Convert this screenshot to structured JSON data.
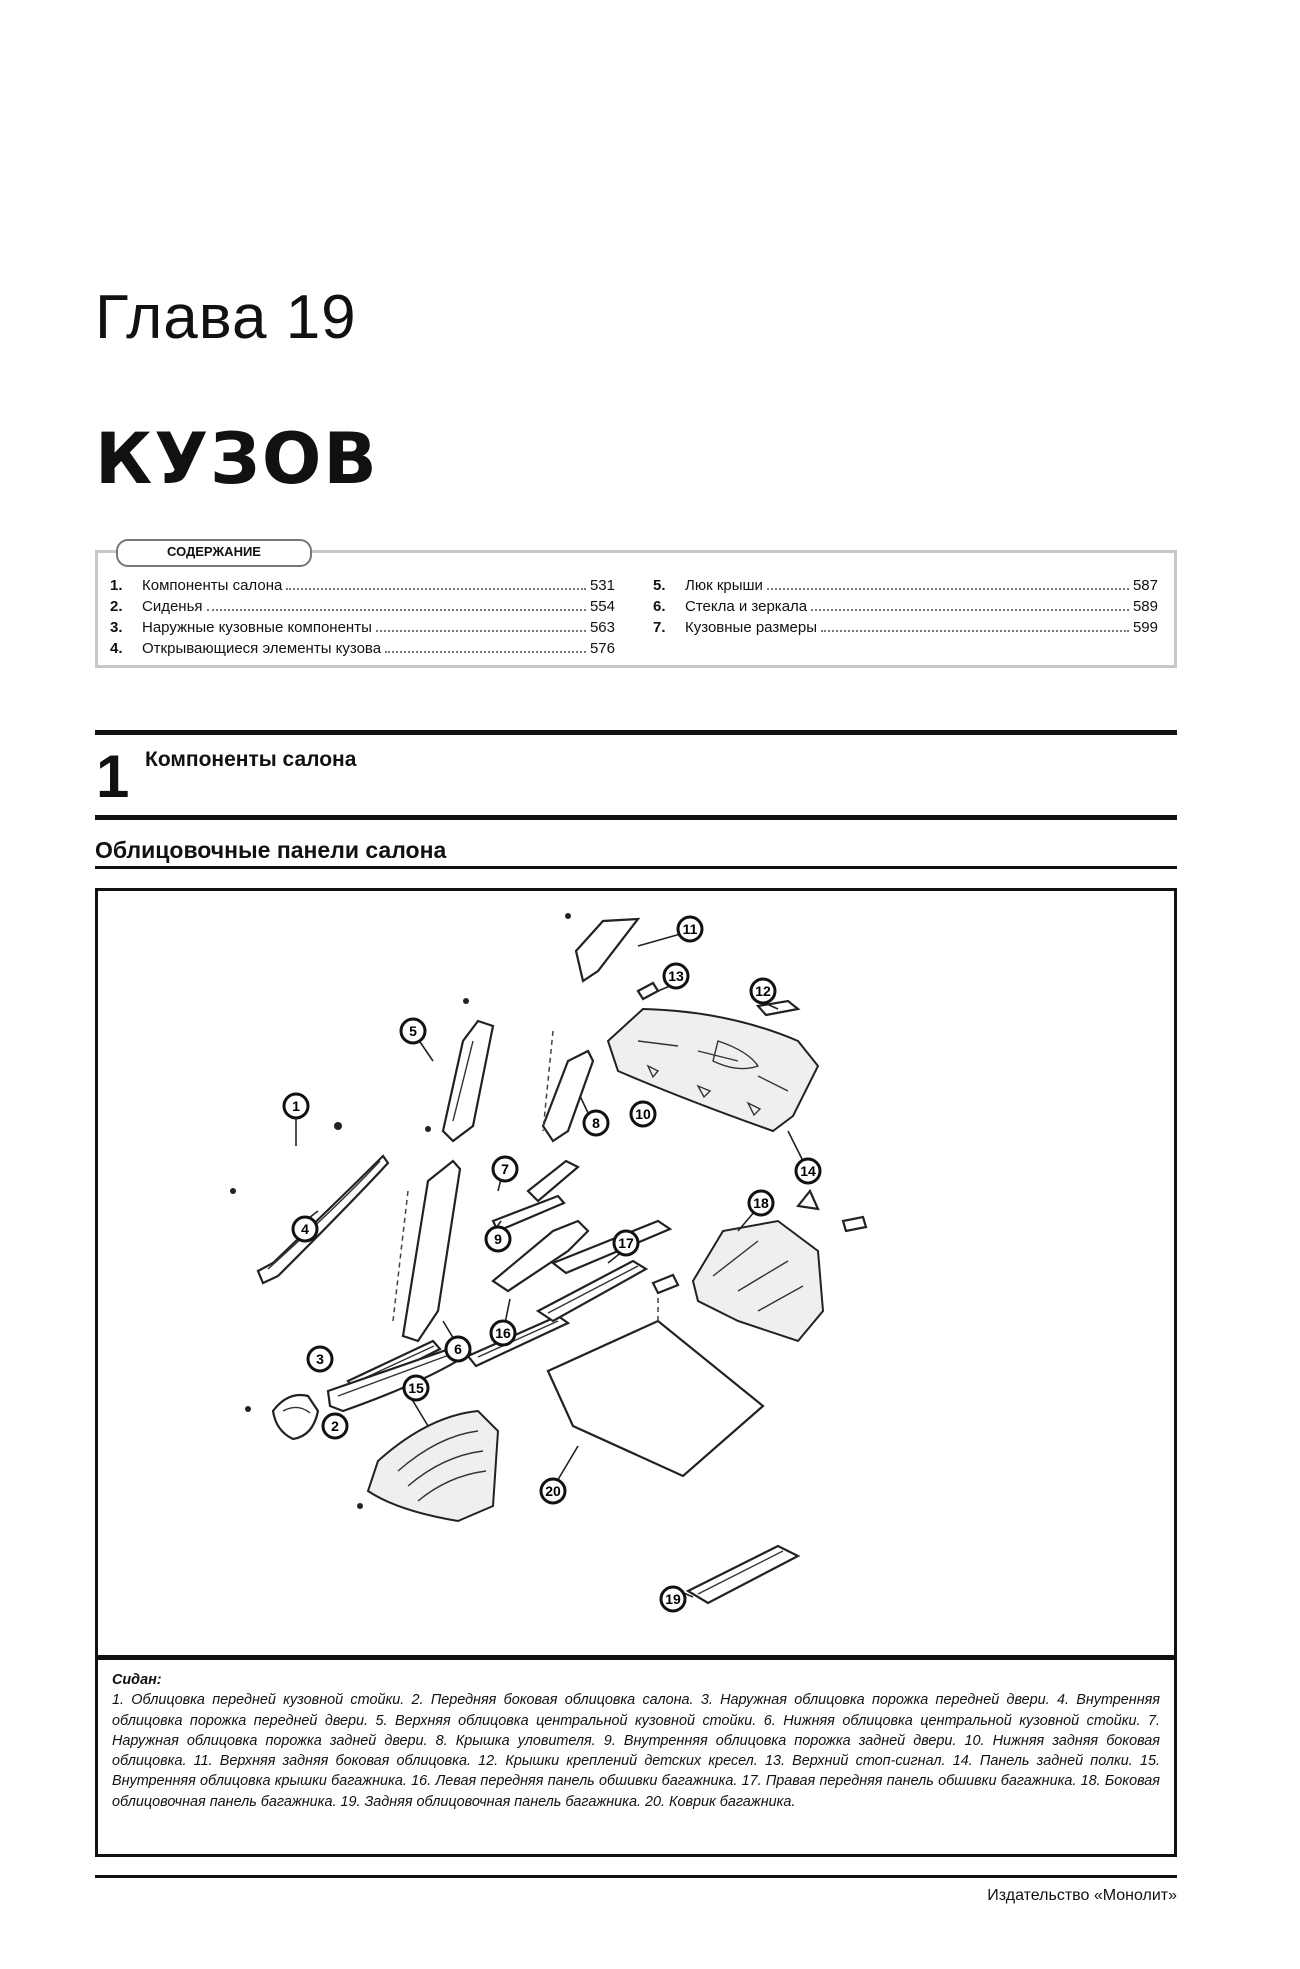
{
  "chapter_label": "Глава 19",
  "chapter_title": "КУЗОВ",
  "toc": {
    "heading": "СОДЕРЖАНИЕ",
    "left": [
      {
        "num": "1.",
        "label": "Компоненты салона",
        "page": "531"
      },
      {
        "num": "2.",
        "label": "Сиденья",
        "page": "554"
      },
      {
        "num": "3.",
        "label": "Наружные кузовные компоненты",
        "page": "563"
      },
      {
        "num": "4.",
        "label": "Открывающиеся элементы кузова",
        "page": "576"
      }
    ],
    "right": [
      {
        "num": "5.",
        "label": "Люк крыши",
        "page": "587"
      },
      {
        "num": "6.",
        "label": "Стекла и зеркала",
        "page": "589"
      },
      {
        "num": "7.",
        "label": "Кузовные размеры",
        "page": "599"
      }
    ]
  },
  "section": {
    "number": "1",
    "title": "Компоненты салона"
  },
  "subsection_title": "Облицовочные панели салона",
  "figure": {
    "callout_labels": [
      "1",
      "2",
      "3",
      "4",
      "5",
      "6",
      "7",
      "8",
      "9",
      "10",
      "11",
      "12",
      "13",
      "14",
      "15",
      "16",
      "17",
      "18",
      "19",
      "20"
    ]
  },
  "caption": {
    "title": "Сидан:",
    "text": "1. Облицовка передней кузовной стойки. 2. Передняя боковая облицовка салона. 3. Наружная облицовка порожка передней двери. 4. Внутренняя облицовка порожка передней двери. 5. Верхняя облицовка центральной кузовной стойки. 6. Нижняя облицовка центральной кузовной стойки. 7. Наружная облицовка порожка задней двери. 8. Крышка уловителя. 9. Внутренняя облицовка порожка задней двери. 10. Нижняя задняя боковая облицовка. 11. Верхняя задняя боковая облицовка. 12. Крышки креплений детских кресел. 13. Верхний стоп-сигнал. 14. Панель задней полки. 15. Внутренняя облицовка крышки багажника. 16. Левая передняя панель обшивки багажника. 17. Правая передняя панель обшивки багажника. 18. Боковая облицовочная панель багажника. 19. Задняя облицовочная панель багажника. 20. Коврик багажника."
  },
  "publisher": "Издательство «Монолит»"
}
